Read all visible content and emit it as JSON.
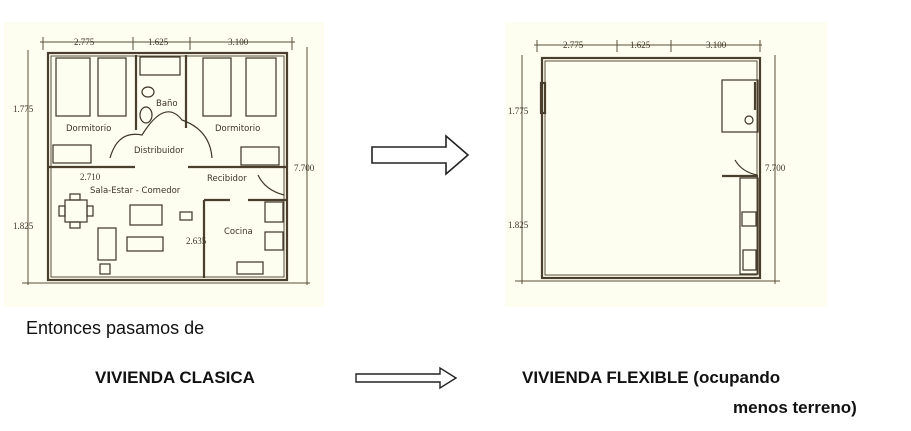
{
  "classic_plan": {
    "dims_top": [
      "2.775",
      "1.625",
      "3.100"
    ],
    "dims_left": [
      "1.775",
      "1.825"
    ],
    "dim_right": "7.700",
    "dim_inner_horizontal": "2.710",
    "dim_inner_vertical": "2.635",
    "rooms": [
      "Dormitorio",
      "Baño",
      "Dormitorio",
      "Distribuidor",
      "Recibidor",
      "Sala-Estar - Comedor",
      "Cocina"
    ]
  },
  "flexible_plan": {
    "dims_top": [
      "2.775",
      "1.625",
      "3.100"
    ],
    "dims_left": [
      "1.775",
      "1.825"
    ],
    "dim_right": "7.700"
  },
  "captions": {
    "intro": "Entonces pasamos de",
    "classic": "VIVIENDA CLASICA",
    "flexible_line1": "VIVIENDA FLEXIBLE (ocupando",
    "flexible_line2": "menos terreno)"
  }
}
